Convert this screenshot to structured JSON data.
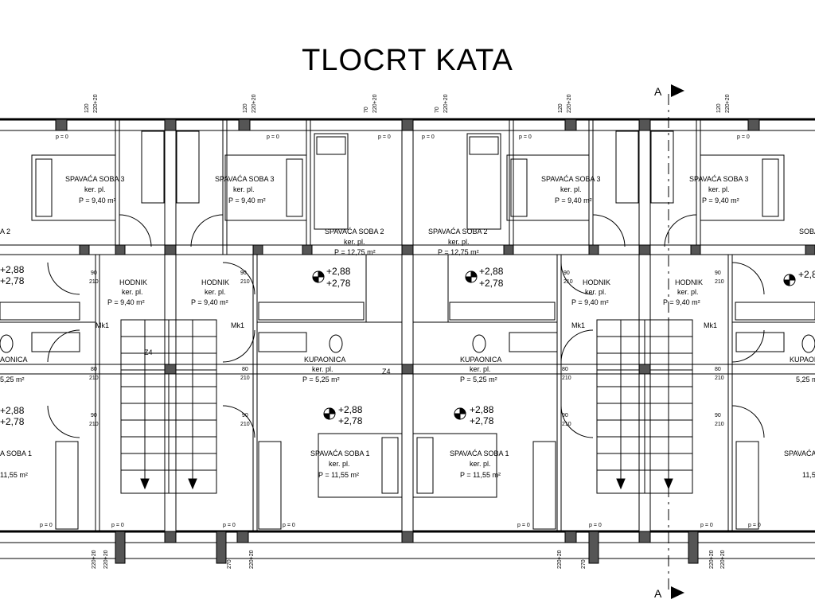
{
  "title": "TLOCRT KATA",
  "section_marker": "A",
  "finish": "ker. pl.",
  "rooms": [
    {
      "name": "SPAVAĆA SOBA 3",
      "area": "P = 9,40 m²"
    },
    {
      "name": "SPAVAĆA SOBA 3",
      "area": "P = 9,40 m²"
    },
    {
      "name": "SPAVAĆA SOBA 3",
      "area": "P = 9,40 m²"
    },
    {
      "name": "SPAVAĆA SOBA 3",
      "area": "P = 9,40 m²"
    },
    {
      "name": "SPAVAĆA SOBA 2",
      "area": "P = 12,75 m²"
    },
    {
      "name": "SPAVAĆA SOBA 2",
      "area": "P = 12,75 m²"
    },
    {
      "name": "HODNIK",
      "area": "P = 9,40 m²"
    },
    {
      "name": "HODNIK",
      "area": "P = 9,40 m²"
    },
    {
      "name": "HODNIK",
      "area": "P = 9,40 m²"
    },
    {
      "name": "HODNIK",
      "area": "P = 9,40 m²"
    },
    {
      "name": "KUPAONICA",
      "area": "P = 5,25 m²"
    },
    {
      "name": "KUPAONICA",
      "area": "P = 5,25 m²"
    },
    {
      "name": "SPAVAĆA SOBA 1",
      "area": "P = 11,55 m²"
    },
    {
      "name": "SPAVAĆA SOBA 1",
      "area": "P = 11,55 m²"
    }
  ],
  "partial_labels": [
    "A 2",
    "SOBA 2",
    "AONICA",
    "5,25 m²",
    "A SOBA 1",
    "11,55 m²",
    "KUPAONICA",
    "5,25 m²",
    "SPAVAĆA SOBA 1",
    "11,5"
  ],
  "levels": {
    "upper": "+2,88",
    "lower": "+2,78"
  },
  "tags": {
    "mk": "Mk1",
    "z": "Z4"
  },
  "floor_mark": "p = 0",
  "dims": [
    "120",
    "220+20",
    "70",
    "90",
    "210",
    "80",
    "270"
  ]
}
